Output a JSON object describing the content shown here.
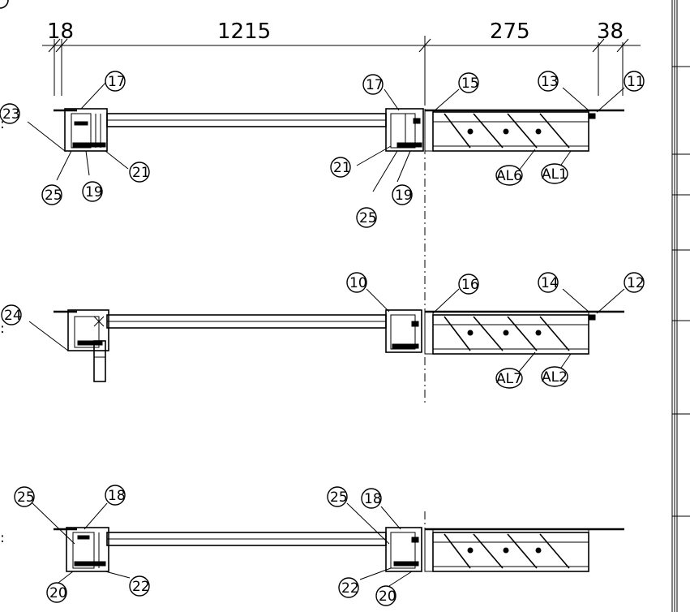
{
  "dimensions": {
    "d1": "18",
    "d2": "1215",
    "d3": "275",
    "d4": "38"
  },
  "callouts": {
    "r1_left_top": "17",
    "r1_left_a": "23",
    "r1_left_b": "21",
    "r1_left_c": "25",
    "r1_left_d": "19",
    "r1_mid_top": "17",
    "r1_mid_b": "21",
    "r1_mid_c": "25",
    "r1_mid_d": "19",
    "r1_right_a": "15",
    "r1_right_b": "13",
    "r1_right_c": "11",
    "r1_right_d": "AL6",
    "r1_right_e": "AL1",
    "r2_left_a": "24",
    "r2_mid_a": "10",
    "r2_right_a": "16",
    "r2_right_b": "14",
    "r2_right_c": "12",
    "r2_right_d": "AL7",
    "r2_right_e": "AL2",
    "r3_left_a": "25",
    "r3_left_b": "18",
    "r3_left_c": "20",
    "r3_left_d": "22",
    "r3_mid_a": "25",
    "r3_mid_b": "18",
    "r3_mid_c": "22",
    "r3_mid_d": "20"
  }
}
